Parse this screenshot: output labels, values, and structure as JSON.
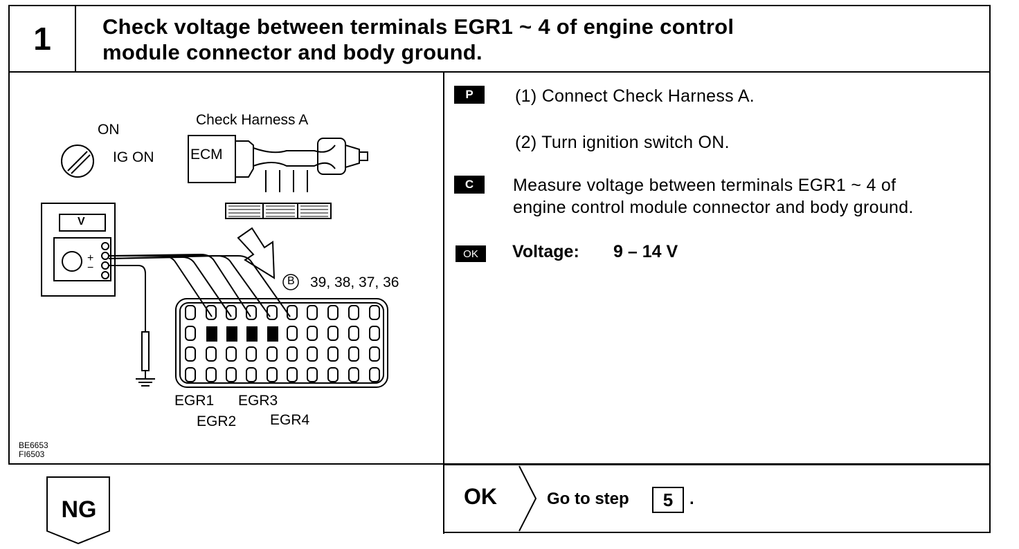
{
  "step": {
    "number": "1",
    "title_line1": "Check voltage between terminals EGR1 ~ 4 of engine control",
    "title_line2": "module connector and body ground."
  },
  "figure": {
    "switch_on": "ON",
    "switch_ig_on": "IG ON",
    "harness_label": "Check Harness A",
    "ecm_label": "ECM",
    "meter_label": "V",
    "connector_ref": "B",
    "terminal_numbers": "39, 38, 37, 36",
    "egr1": "EGR1",
    "egr2": "EGR2",
    "egr3": "EGR3",
    "egr4": "EGR4",
    "code1": "BE6653",
    "code2": "FI6503"
  },
  "instructions": {
    "p_icon": "P",
    "c_icon": "C",
    "ok_icon": "OK",
    "p1": "(1)  Connect Check Harness A.",
    "p2": "(2)  Turn ignition switch ON.",
    "c_line1": "Measure voltage between terminals EGR1 ~ 4 of",
    "c_line2": "engine control module connector and body ground.",
    "voltage_label": "Voltage:",
    "voltage_value": "9 – 14 V"
  },
  "result": {
    "ok_label": "OK",
    "goto_text": "Go to step",
    "goto_step": "5",
    "goto_dot": ".",
    "ng_label": "NG"
  }
}
